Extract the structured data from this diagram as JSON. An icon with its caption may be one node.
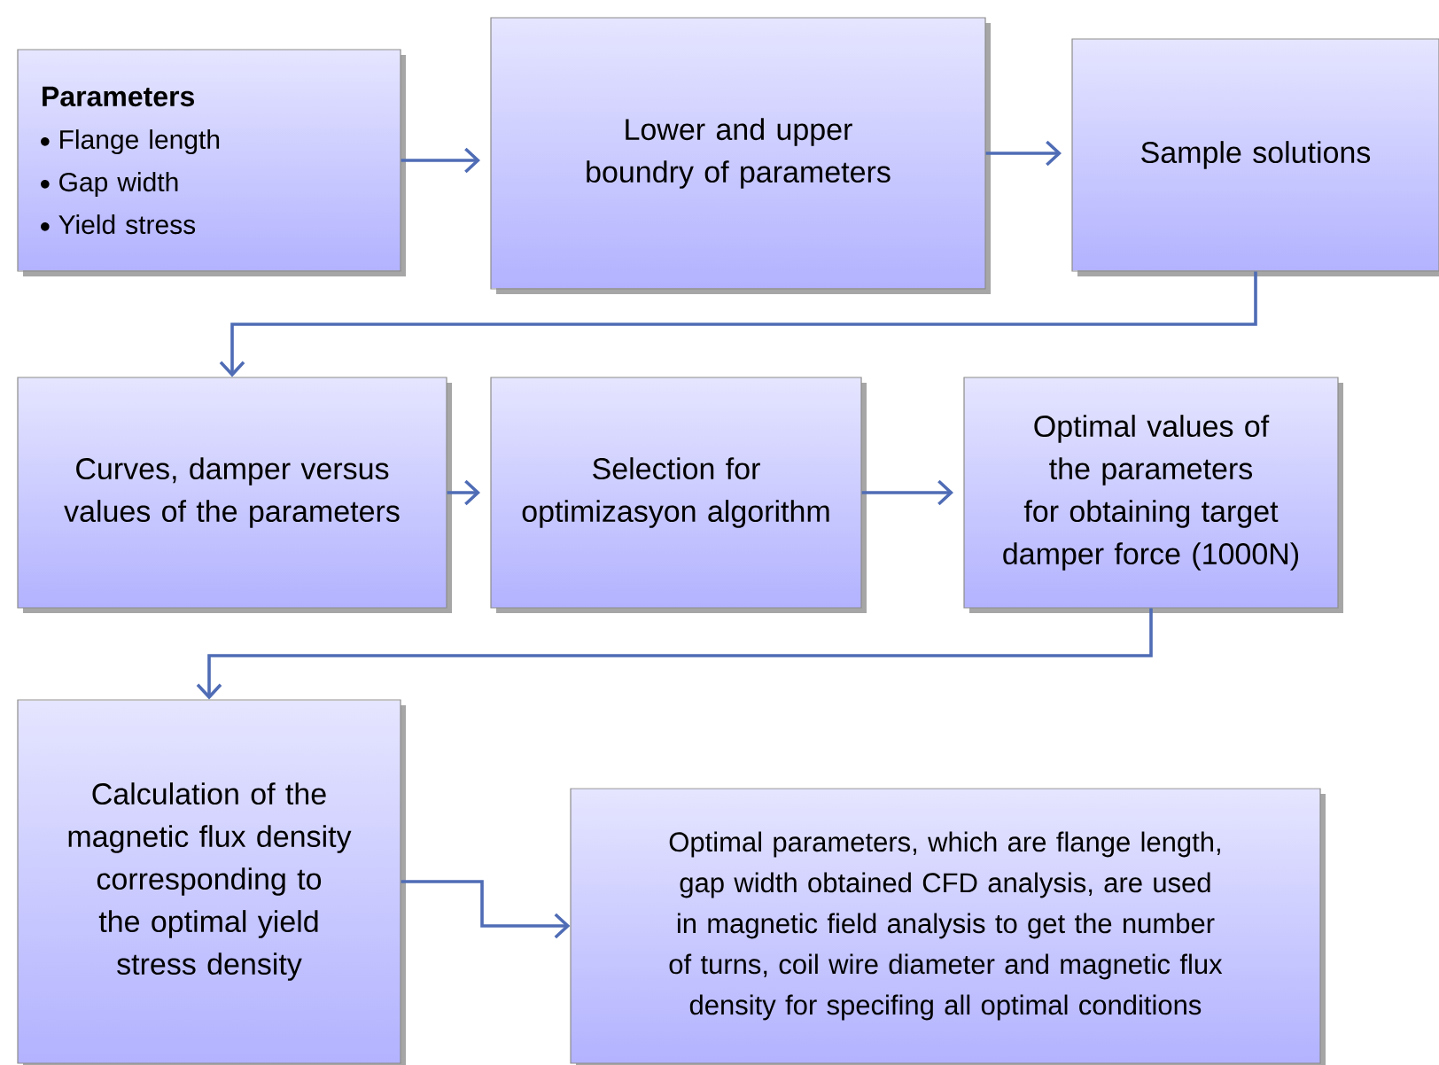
{
  "diagram": {
    "nodes": [
      {
        "text": [
          "Parameters",
          "Flange length",
          "Gap width",
          "Yield stress"
        ]
      },
      {
        "text": [
          "Lower and upper boundry of parameters"
        ]
      },
      {
        "text": [
          "Sample solutions"
        ]
      },
      {
        "text": [
          "Curves, damper versus values of the parameters"
        ]
      },
      {
        "text": [
          "Selection for optimizasyon algorithm"
        ]
      },
      {
        "text": [
          "Optimal values of the parameters for obtaining target damper force (1000N)"
        ]
      },
      {
        "text": [
          "Calculation of the magnetic flux density corresponding to the optimal yield stress density"
        ]
      },
      {
        "text": [
          "Optimal parameters, which are flange length, gap width obtained CFD analysis, are used in magnetic field analysis to get the number of turns, coil wire diameter and magnetic flux density for specifing all optimal conditions"
        ]
      }
    ],
    "edges": [
      {
        "from": 0,
        "to": 1,
        "arrow": "to"
      },
      {
        "from": 1,
        "to": 2,
        "arrow": "to"
      },
      {
        "from": 2,
        "to": 3,
        "arrow": "to"
      },
      {
        "from": 3,
        "to": 4,
        "arrow": "to"
      },
      {
        "from": 4,
        "to": 5,
        "arrow": "to"
      },
      {
        "from": 5,
        "to": 6,
        "arrow": "to"
      },
      {
        "from": 6,
        "to": 7,
        "arrow": "to"
      }
    ]
  }
}
